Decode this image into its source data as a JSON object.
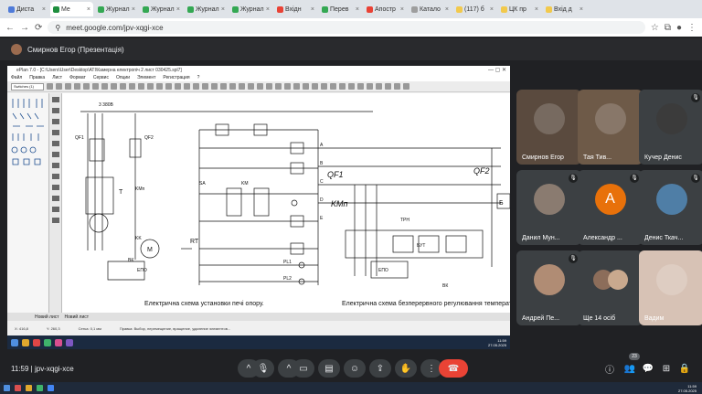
{
  "browser": {
    "tabs": [
      {
        "label": "Диста",
        "color": "#4f7bd9"
      },
      {
        "label": "Ме",
        "color": "#1e8e3e",
        "active": true
      },
      {
        "label": "Журнал",
        "color": "#34a853"
      },
      {
        "label": "Журнал",
        "color": "#34a853"
      },
      {
        "label": "Журнал",
        "color": "#34a853"
      },
      {
        "label": "Журнал",
        "color": "#34a853"
      },
      {
        "label": "Вхідн",
        "color": "#e94235"
      },
      {
        "label": "Перев",
        "color": "#34a853"
      },
      {
        "label": "Апостр",
        "color": "#e94235"
      },
      {
        "label": "Катало",
        "color": "#9e9e9e"
      },
      {
        "label": "(117) б",
        "color": "#f2c94c"
      },
      {
        "label": "ЦК пр",
        "color": "#f2c94c"
      },
      {
        "label": "Вхід д",
        "color": "#f2c94c"
      }
    ],
    "url": "meet.google.com/jpv-xqgi-xce"
  },
  "presenter": {
    "label": "Смирнов Егор (Презентація)"
  },
  "shared": {
    "title": "ePlan 7.0 - [C:\\Users\\User\\Desktop\\ATI\\Камерна електропіч 2 лист 030425.spl7]",
    "menu": [
      "Файл",
      "Правка",
      "Лист",
      "Формат",
      "Сервис",
      "Опции",
      "Элемент",
      "Регистрация",
      "?"
    ],
    "selector": "Switches (1)",
    "caption_left": "Електрична схема установки печі опору.",
    "caption_right": "Електрична схема безперервного регулювання температури",
    "labels": {
      "voltage": "3 380В",
      "qf1": "QF1",
      "qf2": "QF2",
      "qf1b": "QF1",
      "qf2b": "QF2",
      "kmp": "KMп",
      "kmpb": "KMп",
      "t": "T",
      "m": "M",
      "rt": "RT",
      "kk": "KK",
      "vk": "ВК",
      "epo": "ЕПО",
      "epob": "ЕПО",
      "tpn": "ТРН",
      "but": "БУТ",
      "bk": "ВК",
      "sa": "SA",
      "pl1": "PL1",
      "pl2": "PL2",
      "a": "A",
      "b": "B",
      "c": "C",
      "d": "D",
      "e": "E",
      "km": "KM",
      "b2": "Б"
    },
    "tabs": [
      "Новий лист",
      "Новий лист"
    ],
    "status": [
      "X: 416,8",
      "Y: 260,3",
      "Сетка: 0,1 мм",
      "Правка: Выбор, перемещение, вращение, удаление элементов..."
    ],
    "clock": {
      "time": "11:59",
      "date": "27.05.2025"
    }
  },
  "participants": [
    {
      "name": "Смирнов Егор",
      "kind": "video",
      "color": "#5a4a3e",
      "muted": false
    },
    {
      "name": "Тая Тив...",
      "kind": "video",
      "color": "#6e5a48",
      "muted": false
    },
    {
      "name": "Кучер Денис",
      "kind": "image",
      "color": "#3b3b3b",
      "muted": true
    },
    {
      "name": "Данил Мун...",
      "kind": "image",
      "color": "#8a7b70",
      "muted": true
    },
    {
      "name": "Александр ...",
      "kind": "letter",
      "letter": "A",
      "color": "#e8710a",
      "muted": true
    },
    {
      "name": "Денис Ткач...",
      "kind": "image",
      "color": "#4f7ea6",
      "muted": true
    },
    {
      "name": "Андрей Пе...",
      "kind": "image",
      "color": "#b08c74",
      "muted": true
    },
    {
      "name": "Ще 14 осіб",
      "kind": "group",
      "color": "#8c6d5a",
      "muted": false
    },
    {
      "name": "Вадим",
      "kind": "video",
      "color": "#d7c2b5",
      "muted": false
    }
  ],
  "meeting": {
    "time": "11:59",
    "code": "jpv-xqgi-xce",
    "people_count": "23"
  },
  "taskbar": {
    "time": "11:59",
    "date": "27.05.2025"
  }
}
